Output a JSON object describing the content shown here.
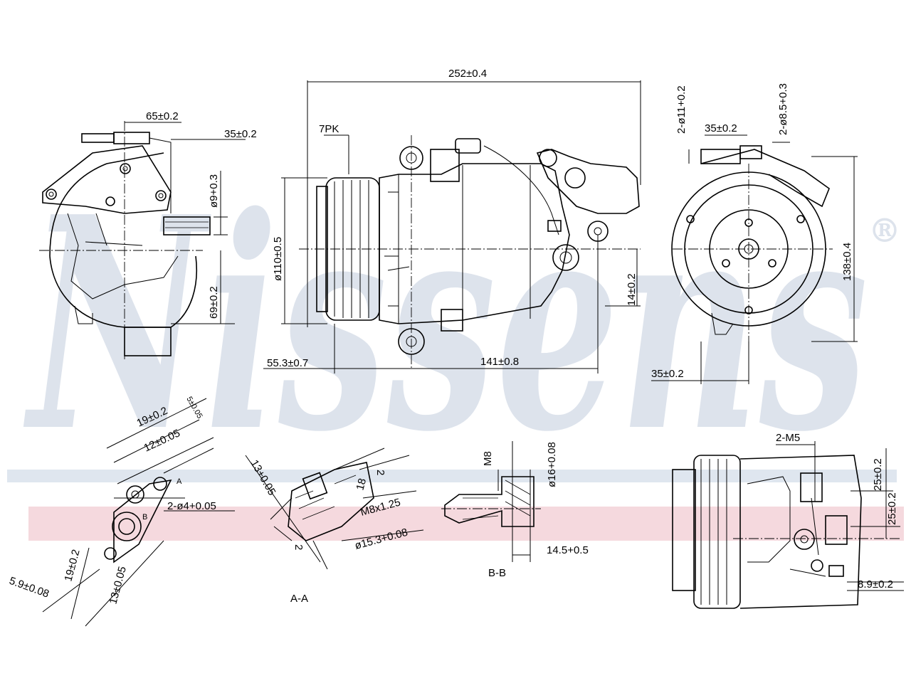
{
  "watermark": {
    "brand": "Nissens",
    "registered": "®",
    "color": "#dde3ec",
    "band_blue": "#dfe6ef",
    "band_red": "#f5d9de"
  },
  "top_front_view": {
    "dim_65": "65±0.2",
    "dim_35": "35±0.2",
    "dim_phi9": "ø9+0.3",
    "dim_69": "69±0.2"
  },
  "top_side_view": {
    "dim_252": "252±0.4",
    "label_7pk": "7PK",
    "dim_phi110": "ø110±0.5",
    "dim_55_3": "55.3±0.7",
    "dim_141": "141±0.8",
    "dim_14": "14±0.2"
  },
  "top_rear_view": {
    "dim_2phi11": "2-ø11+0.2",
    "dim_2phi8_5": "2-ø8.5+0.3",
    "dim_35_top": "35±0.2",
    "dim_138": "138±0.4",
    "dim_35_bottom": "35±0.2"
  },
  "detail_port": {
    "dim_19_a": "19±0.2",
    "dim_12": "12±0.05",
    "dim_5": "5±0.05",
    "dim_2phi4": "2-ø4+0.05",
    "dim_19_b": "19±0.2",
    "dim_5_9": "5.9±0.08",
    "dim_13": "13±0.05",
    "label_a": "A",
    "label_b": "B"
  },
  "section_aa": {
    "dim_13": "13+0.05",
    "dim_18": "18",
    "dim_2_top": "2",
    "dim_m8": "M8x1.25",
    "dim_phi15_3": "ø15.3+0.08",
    "dim_2_bottom": "2",
    "label": "A-A"
  },
  "section_bb": {
    "dim_m8": "M8",
    "dim_phi16": "ø16+0.08",
    "dim_14_5": "14.5+0.5",
    "label": "B-B"
  },
  "bottom_side_view": {
    "dim_2m5": "2-M5",
    "dim_25_a": "25±0.2",
    "dim_25_b": "25±0.2",
    "dim_8_9": "8.9±0.2"
  }
}
